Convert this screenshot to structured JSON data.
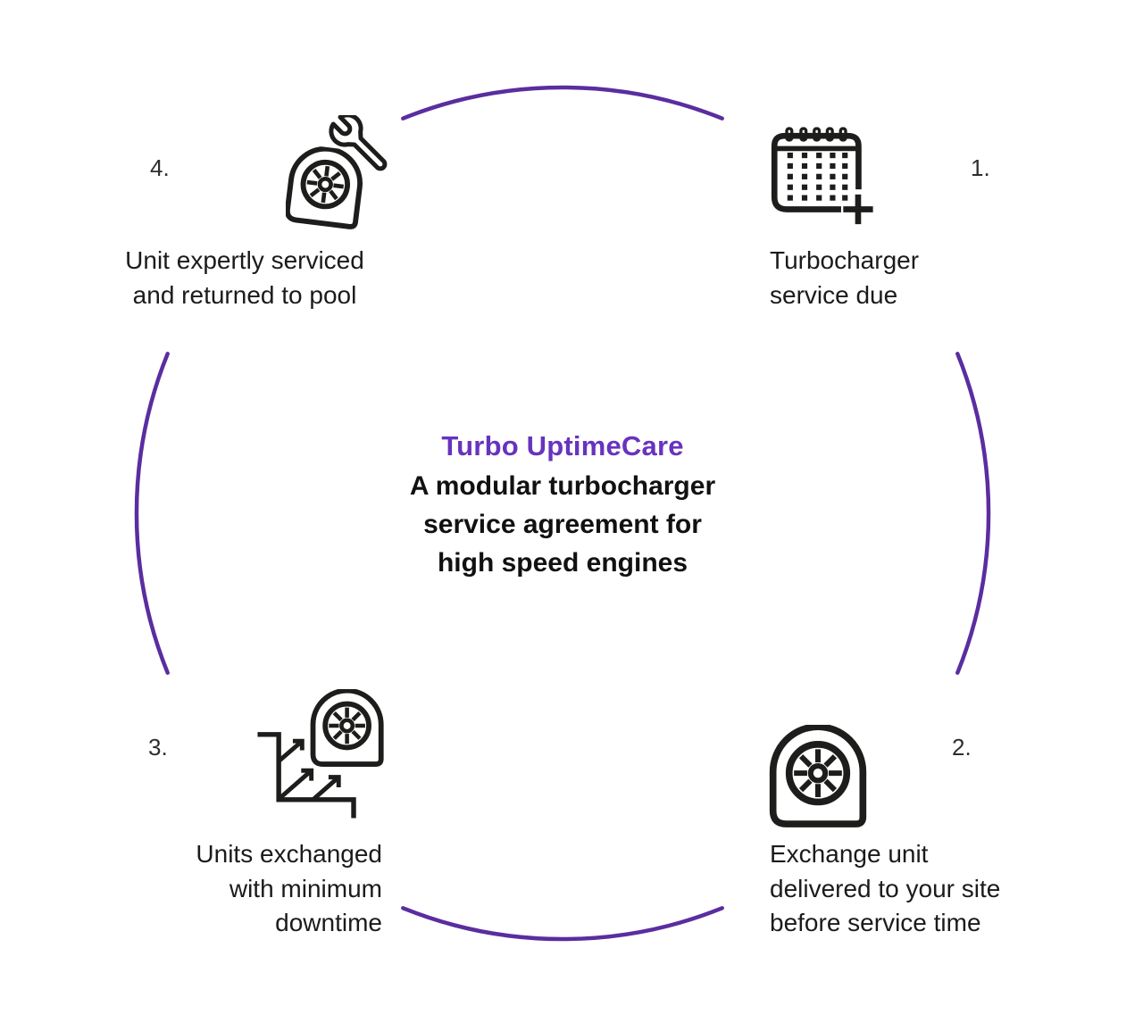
{
  "center": {
    "title": "Turbo UptimeCare",
    "subtitle_lines": [
      "A modular turbocharger",
      "service agreement for",
      "high speed engines"
    ]
  },
  "steps": [
    {
      "number": "1.",
      "icon": "calendar-service-due-icon",
      "lines": [
        "Turbocharger",
        "service due"
      ]
    },
    {
      "number": "2.",
      "icon": "turbocharger-unit-icon",
      "lines": [
        "Exchange unit",
        "delivered to your site",
        "before service time"
      ]
    },
    {
      "number": "3.",
      "icon": "turbocharger-exchange-arrows-icon",
      "lines": [
        "Units exchanged",
        "with minimum",
        "downtime"
      ]
    },
    {
      "number": "4.",
      "icon": "turbocharger-wrench-icon",
      "lines": [
        "Unit expertly serviced",
        "and returned to pool"
      ]
    }
  ],
  "colors": {
    "title_purple": "#6733BE",
    "arc_purple": "#5A2DA0",
    "icon_stroke": "#1D1D1B",
    "text": "#1B1B1B"
  }
}
